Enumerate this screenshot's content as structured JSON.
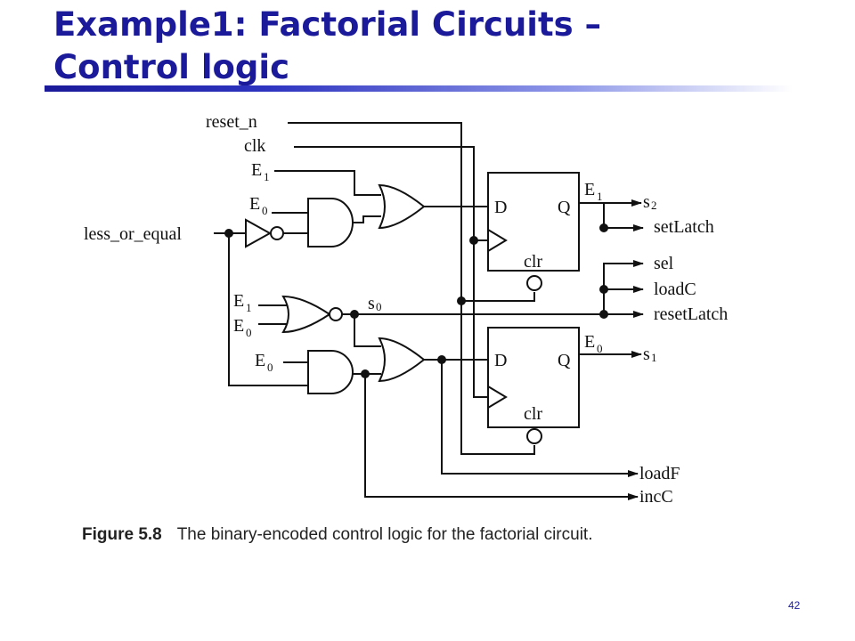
{
  "slide": {
    "title_line1": "Example1: Factorial Circuits –",
    "title_line2": "Control logic",
    "page_number": "42"
  },
  "figure": {
    "caption_label": "Figure 5.8",
    "caption_text": "The binary-encoded control logic for the factorial circuit."
  },
  "diagram": {
    "inputs": {
      "reset_n": "reset_n",
      "clk": "clk",
      "e1_top": "E",
      "e0_top": "E",
      "less_or_equal": "less_or_equal",
      "e1_mid": "E",
      "e0_mid": "E",
      "e0_low": "E"
    },
    "subscripts": {
      "one": "1",
      "zero": "0"
    },
    "internal": {
      "s0": "s",
      "s0_sub": "0"
    },
    "flipflops": {
      "ff1": {
        "d": "D",
        "q": "Q",
        "clr": "clr",
        "q_name": "E",
        "q_sub": "1"
      },
      "ff0": {
        "d": "D",
        "q": "Q",
        "clr": "clr",
        "q_name": "E",
        "q_sub": "0"
      }
    },
    "outputs": {
      "s2": "s",
      "s2_sub": "2",
      "setLatch": "setLatch",
      "sel": "sel",
      "loadC": "loadC",
      "resetLatch": "resetLatch",
      "s1": "s",
      "s1_sub": "1",
      "loadF": "loadF",
      "incC": "incC"
    }
  }
}
